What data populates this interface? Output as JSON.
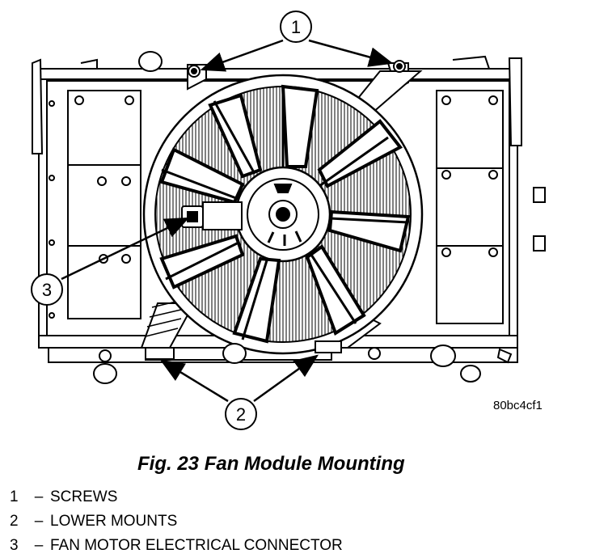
{
  "figure": {
    "caption": "Fig. 23 Fan Module Mounting",
    "reference_code": "80bc4cf1"
  },
  "callouts": [
    {
      "number": "1"
    },
    {
      "number": "2"
    },
    {
      "number": "3"
    }
  ],
  "legend": [
    {
      "number": "1",
      "separator": "–",
      "label": "SCREWS"
    },
    {
      "number": "2",
      "separator": "–",
      "label": "LOWER MOUNTS"
    },
    {
      "number": "3",
      "separator": "–",
      "label": "FAN MOTOR ELECTRICAL CONNECTOR"
    }
  ]
}
